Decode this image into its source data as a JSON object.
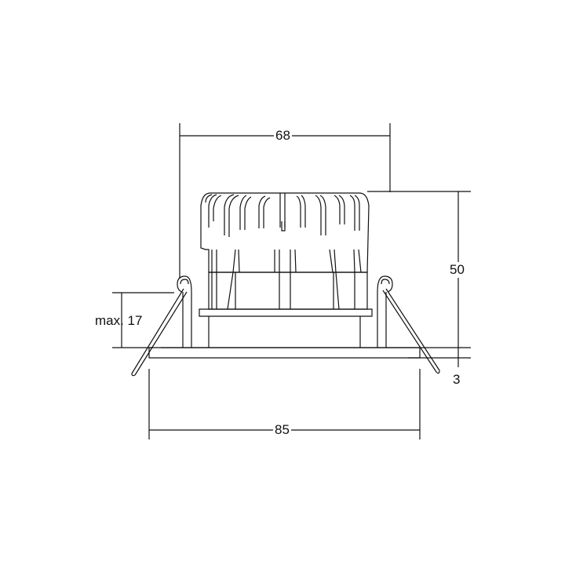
{
  "diagram": {
    "type": "technical-drawing",
    "subject": "recessed downlight side elevation",
    "units": "mm",
    "line_color": "#111111",
    "background": "#ffffff",
    "dimensions": {
      "top_width": "68",
      "height": "50",
      "flange_thickness": "3",
      "ceiling_thickness": "max. 17",
      "bottom_width": "85"
    }
  }
}
